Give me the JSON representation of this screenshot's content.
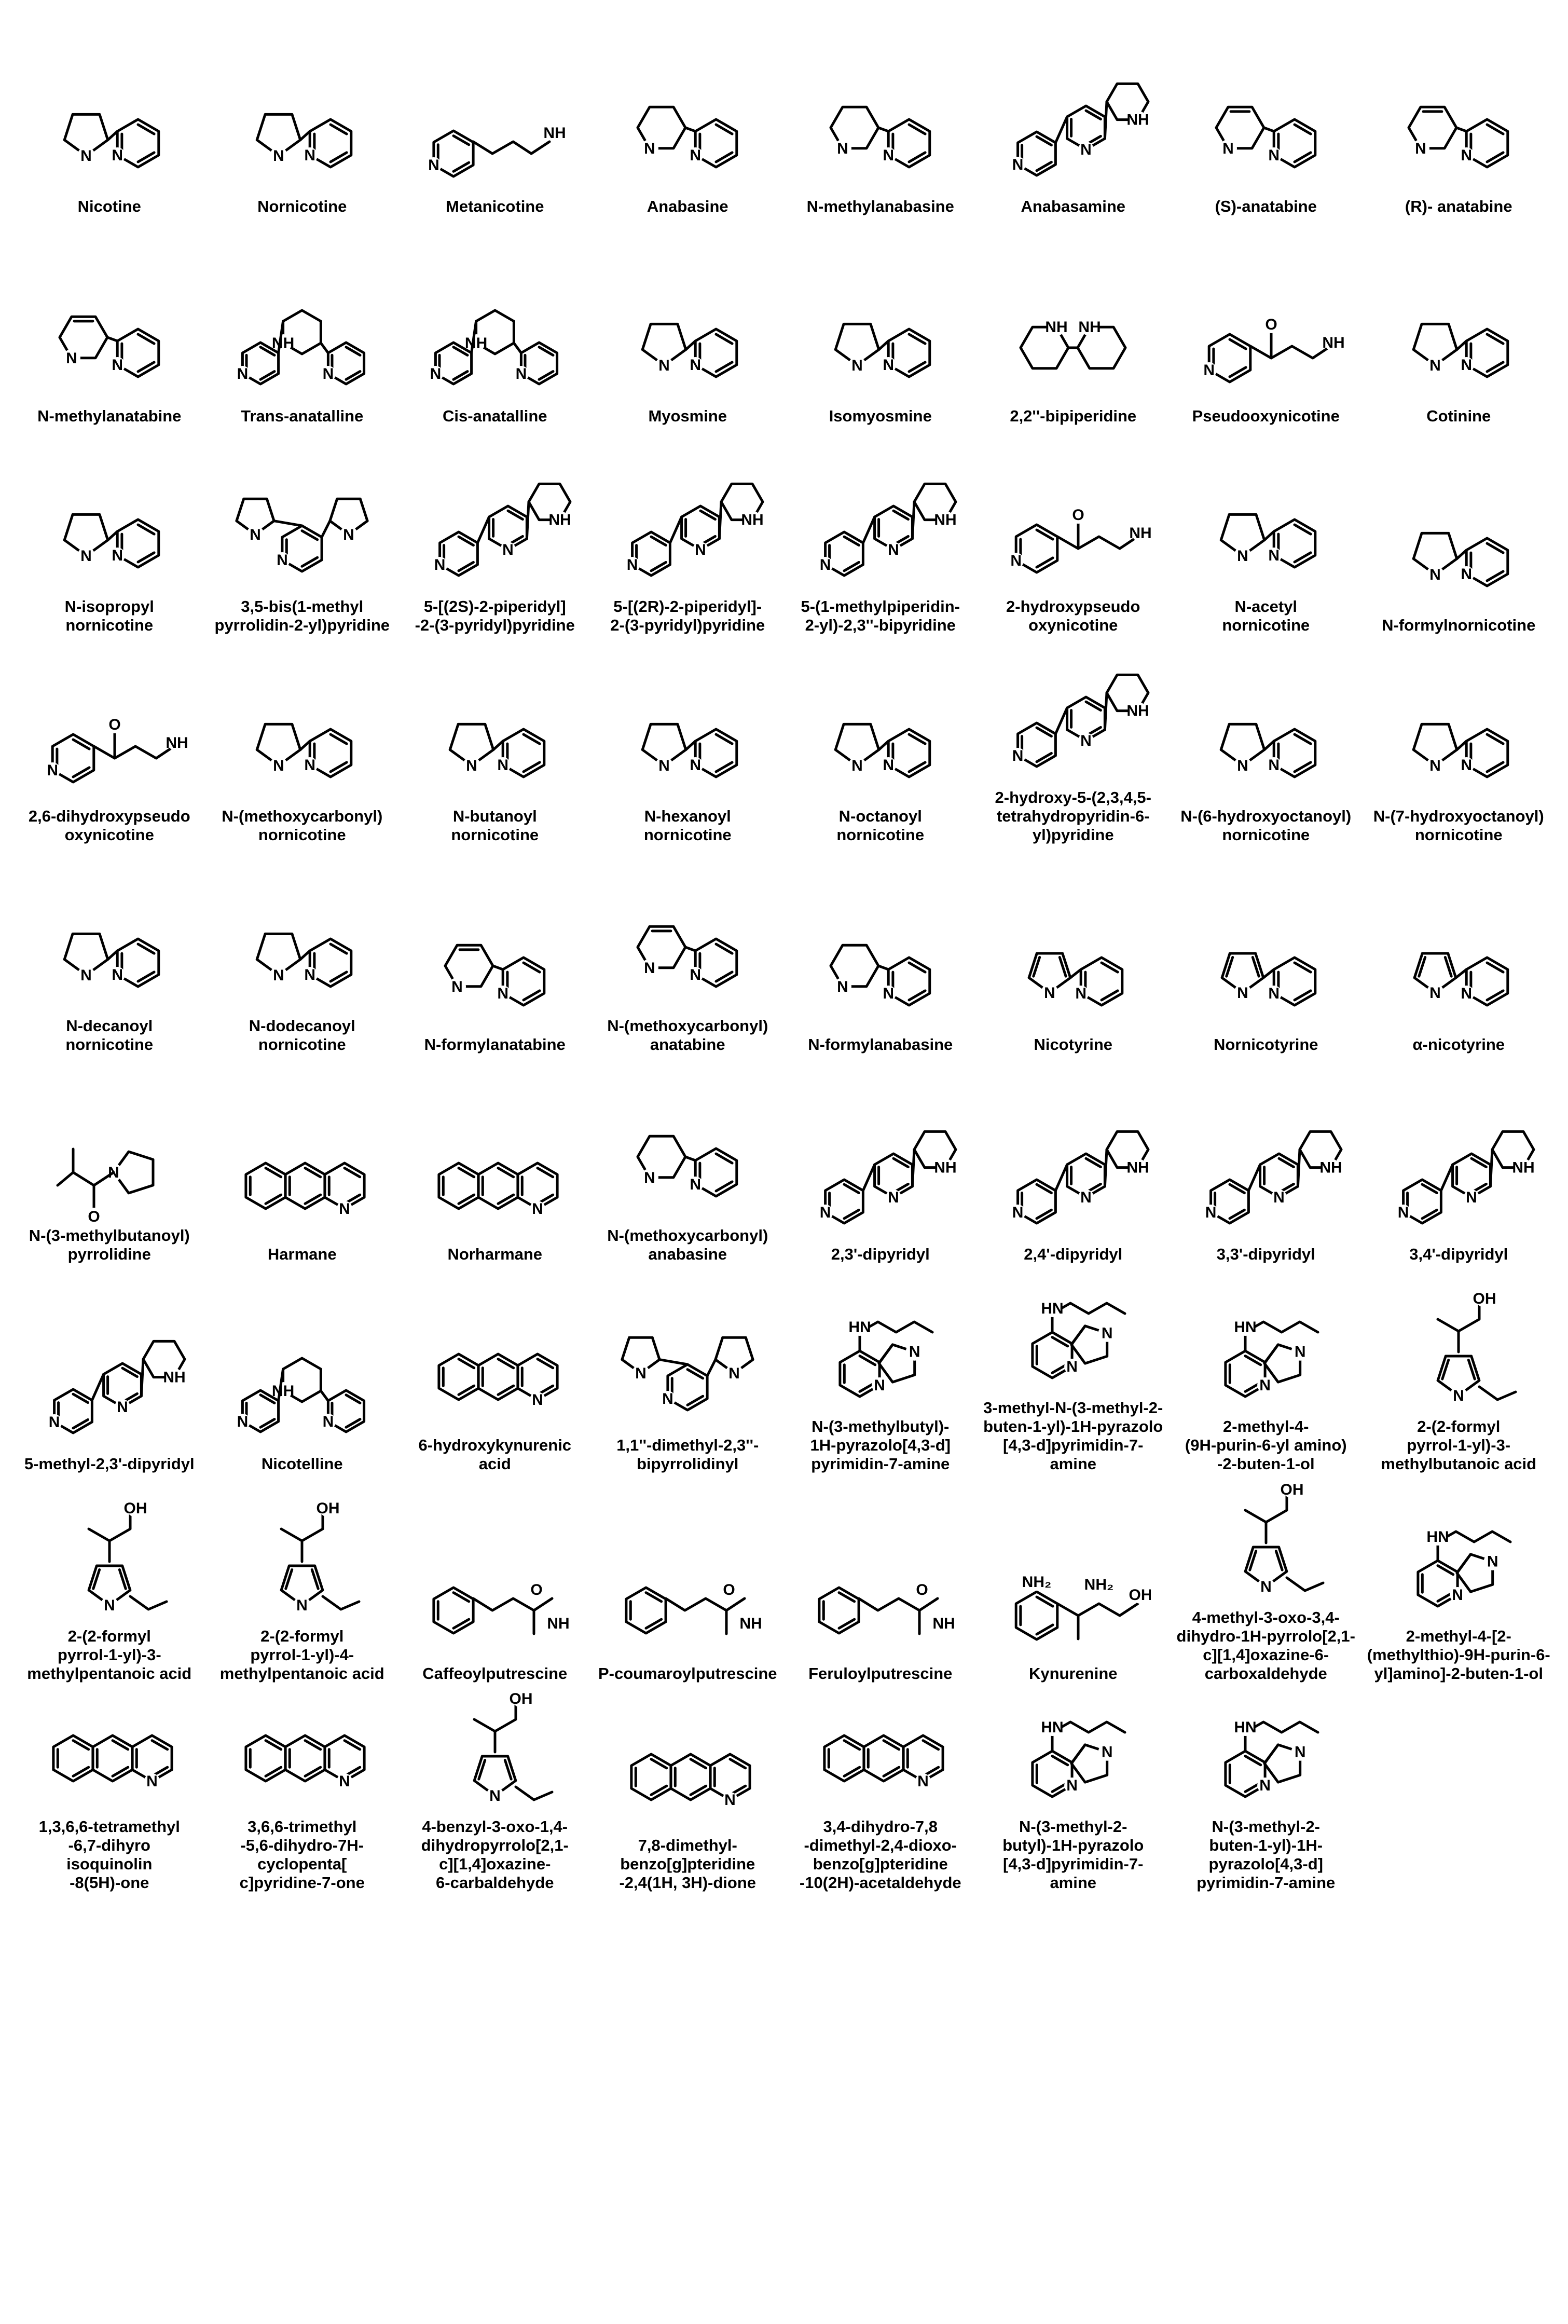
{
  "compounds": [
    {
      "name": "Nicotine"
    },
    {
      "name": "Nornicotine"
    },
    {
      "name": "Metanicotine"
    },
    {
      "name": "Anabasine"
    },
    {
      "name": "N-methylanabasine"
    },
    {
      "name": "Anabasamine"
    },
    {
      "name": "(S)-anatabine"
    },
    {
      "name": "(R)- anatabine"
    },
    {
      "name": "N-methylanatabine"
    },
    {
      "name": "Trans-anatalline"
    },
    {
      "name": "Cis-anatalline"
    },
    {
      "name": "Myosmine"
    },
    {
      "name": "Isomyosmine"
    },
    {
      "name": "2,2''-bipiperidine"
    },
    {
      "name": "Pseudooxynicotine"
    },
    {
      "name": "Cotinine"
    },
    {
      "name": "N-isopropyl\nnornicotine"
    },
    {
      "name": "3,5-bis(1-methyl\npyrrolidin-2-yl)pyridine"
    },
    {
      "name": "5-[(2S)-2-piperidyl]\n-2-(3-pyridyl)pyridine"
    },
    {
      "name": "5-[(2R)-2-piperidyl]-\n2-(3-pyridyl)pyridine"
    },
    {
      "name": "5-(1-methylpiperidin-\n2-yl)-2,3''-bipyridine"
    },
    {
      "name": "2-hydroxypseudo\noxynicotine"
    },
    {
      "name": "N-acetyl\nnornicotine"
    },
    {
      "name": "N-formylnornicotine"
    },
    {
      "name": "2,6-dihydroxypseudo\noxynicotine"
    },
    {
      "name": "N-(methoxycarbonyl)\nnornicotine"
    },
    {
      "name": "N-butanoyl\nnornicotine"
    },
    {
      "name": "N-hexanoyl\nnornicotine"
    },
    {
      "name": "N-octanoyl\nnornicotine"
    },
    {
      "name": "2-hydroxy-5-(2,3,4,5-\ntetrahydropyridin-6-\nyl)pyridine"
    },
    {
      "name": "N-(6-hydroxyoctanoyl)\nnornicotine"
    },
    {
      "name": "N-(7-hydroxyoctanoyl)\nnornicotine"
    },
    {
      "name": "N-decanoyl\nnornicotine"
    },
    {
      "name": "N-dodecanoyl\nnornicotine"
    },
    {
      "name": "N-formylanatabine"
    },
    {
      "name": "N-(methoxycarbonyl)\nanatabine"
    },
    {
      "name": "N-formylanabasine"
    },
    {
      "name": "Nicotyrine"
    },
    {
      "name": "Nornicotyrine"
    },
    {
      "name": "α-nicotyrine"
    },
    {
      "name": "N-(3-methylbutanoyl)\npyrrolidine"
    },
    {
      "name": "Harmane"
    },
    {
      "name": "Norharmane"
    },
    {
      "name": "N-(methoxycarbonyl)\nanabasine"
    },
    {
      "name": "2,3'-dipyridyl"
    },
    {
      "name": "2,4'-dipyridyl"
    },
    {
      "name": "3,3'-dipyridyl"
    },
    {
      "name": "3,4'-dipyridyl"
    },
    {
      "name": "5-methyl-2,3'-dipyridyl"
    },
    {
      "name": "Nicotelline"
    },
    {
      "name": "6-hydroxykynurenic\nacid"
    },
    {
      "name": "1,1''-dimethyl-2,3''-\nbipyrrolidinyl"
    },
    {
      "name": "N-(3-methylbutyl)-\n1H-pyrazolo[4,3-d]\npyrimidin-7-amine"
    },
    {
      "name": "3-methyl-N-(3-methyl-2-\nbuten-1-yl)-1H-pyrazolo\n[4,3-d]pyrimidin-7-amine"
    },
    {
      "name": "2-methyl-4-\n(9H-purin-6-yl  amino)\n-2-buten-1-ol"
    },
    {
      "name": "2-(2-formyl\npyrrol-1-yl)-3-\nmethylbutanoic acid"
    },
    {
      "name": "2-(2-formyl\npyrrol-1-yl)-3-\nmethylpentanoic acid"
    },
    {
      "name": "2-(2-formyl\npyrrol-1-yl)-4-\nmethylpentanoic acid"
    },
    {
      "name": "Caffeoylputrescine"
    },
    {
      "name": "P-coumaroylputrescine"
    },
    {
      "name": "Feruloylputrescine"
    },
    {
      "name": "Kynurenine"
    },
    {
      "name": "4-methyl-3-oxo-3,4-\ndihydro-1H-pyrrolo[2,1-\nc][1,4]oxazine-6-\ncarboxaldehyde"
    },
    {
      "name": "2-methyl-4-[2-\n(methylthio)-9H-purin-6-\nyl]amino]-2-buten-1-ol"
    },
    {
      "name": "1,3,6,6-tetramethyl\n-6,7-dihyro\nisoquinolin\n-8(5H)-one"
    },
    {
      "name": "3,6,6-trimethyl\n-5,6-dihydro-7H-\ncyclopenta[\nc]pyridine-7-one"
    },
    {
      "name": "4-benzyl-3-oxo-1,4-\ndihydropyrrolo[2,1-\nc][1,4]oxazine-\n6-carbaldehyde"
    },
    {
      "name": "7,8-dimethyl-\nbenzo[g]pteridine\n-2,4(1H,  3H)-dione"
    },
    {
      "name": "3,4-dihydro-7,8\n-dimethyl-2,4-dioxo-\nbenzo[g]pteridine\n-10(2H)-acetaldehyde"
    },
    {
      "name": "N-(3-methyl-2-\nbutyl)-1H-pyrazolo\n[4,3-d]pyrimidin-7-\namine"
    },
    {
      "name": "N-(3-methyl-2-\nbuten-1-yl)-1H-\npyrazolo[4,3-d]\npyrimidin-7-amine"
    }
  ]
}
